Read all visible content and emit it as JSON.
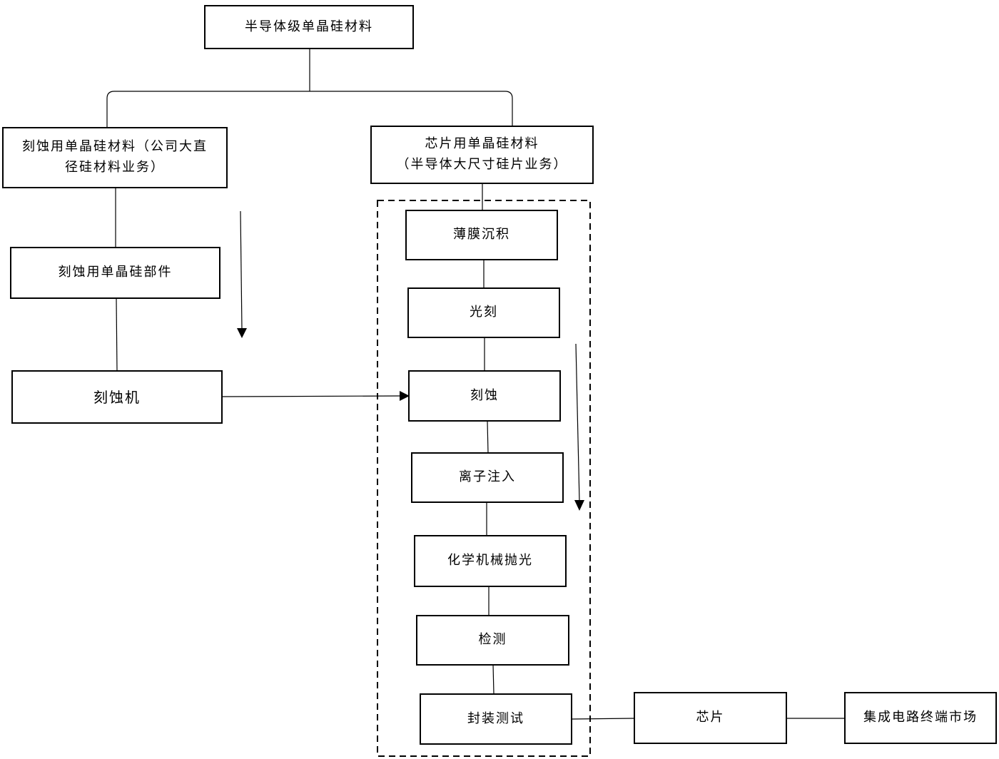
{
  "diagram": {
    "top": "半导体级单晶硅材料",
    "left_branch": {
      "title_line1": "刻蚀用单晶硅材料（公司大直",
      "title_line2": "径硅材料业务）",
      "part": "刻蚀用单晶硅部件",
      "machine": "刻蚀机"
    },
    "right_branch": {
      "title_line1": "芯片用单晶硅材料",
      "title_line2": "（半导体大尺寸硅片业务）",
      "steps": [
        "薄膜沉积",
        "光刻",
        "刻蚀",
        "离子注入",
        "化学机械抛光",
        "检测",
        "封装测试"
      ]
    },
    "chip": "芯片",
    "market": "集成电路终端市场"
  }
}
